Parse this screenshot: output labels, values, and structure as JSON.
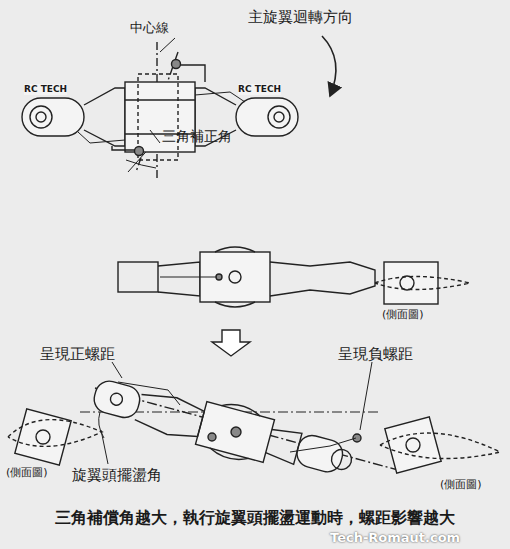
{
  "diagram": {
    "caption": "三角補償角越大，執行旋翼頭擺盪運動時，螺距影響越大",
    "labels": [
      "主旋翼迴轉方向",
      "中心線",
      "三角補正角",
      "RC TECH",
      "RC TECH",
      "(側面圖)",
      "呈現正螺距",
      "呈現負螺距",
      "(側面圖)",
      "(側面圖)",
      "旋翼頭擺盪角",
      "Tech-Romaut.com"
    ]
  }
}
